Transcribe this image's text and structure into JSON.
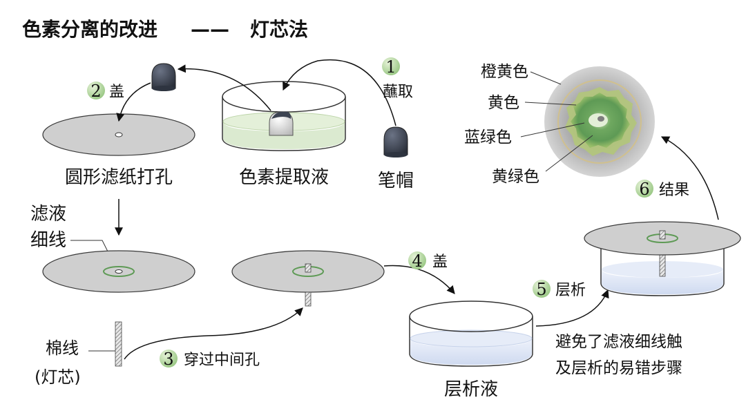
{
  "title": "色素分离的改进",
  "title_dash": "——",
  "subtitle": "灯芯法",
  "labels": {
    "circle_paper": "圆形滤纸打孔",
    "pigment_solution": "色素提取液",
    "pen_cap": "笔帽",
    "dip": "蘸取",
    "cover_step2": "盖",
    "filter_line_1": "滤液",
    "filter_line_2": "细线",
    "thread_1": "棉线",
    "thread_2": "(灯芯)",
    "through_hole": "穿过中间孔",
    "cover_step4": "盖",
    "chrom_solution": "层析液",
    "chromatography": "层析",
    "result": "结果",
    "note_line1": "避免了滤液细线触",
    "note_line2": "及层析的易错步骤",
    "ring_orange": "橙黄色",
    "ring_yellow": "黄色",
    "ring_bluegreen": "蓝绿色",
    "ring_yellowgreen": "黄绿色"
  },
  "steps": [
    "1",
    "2",
    "3",
    "4",
    "5",
    "6"
  ],
  "colors": {
    "paper": "#cfcfcf",
    "paper_stroke": "#3a3a3a",
    "step_badge": "#a9d18e",
    "filter_line": "#7fb069",
    "solution_green": "#dbead0",
    "solution_blue": "#dde6f5",
    "cap": "#3d4452"
  }
}
